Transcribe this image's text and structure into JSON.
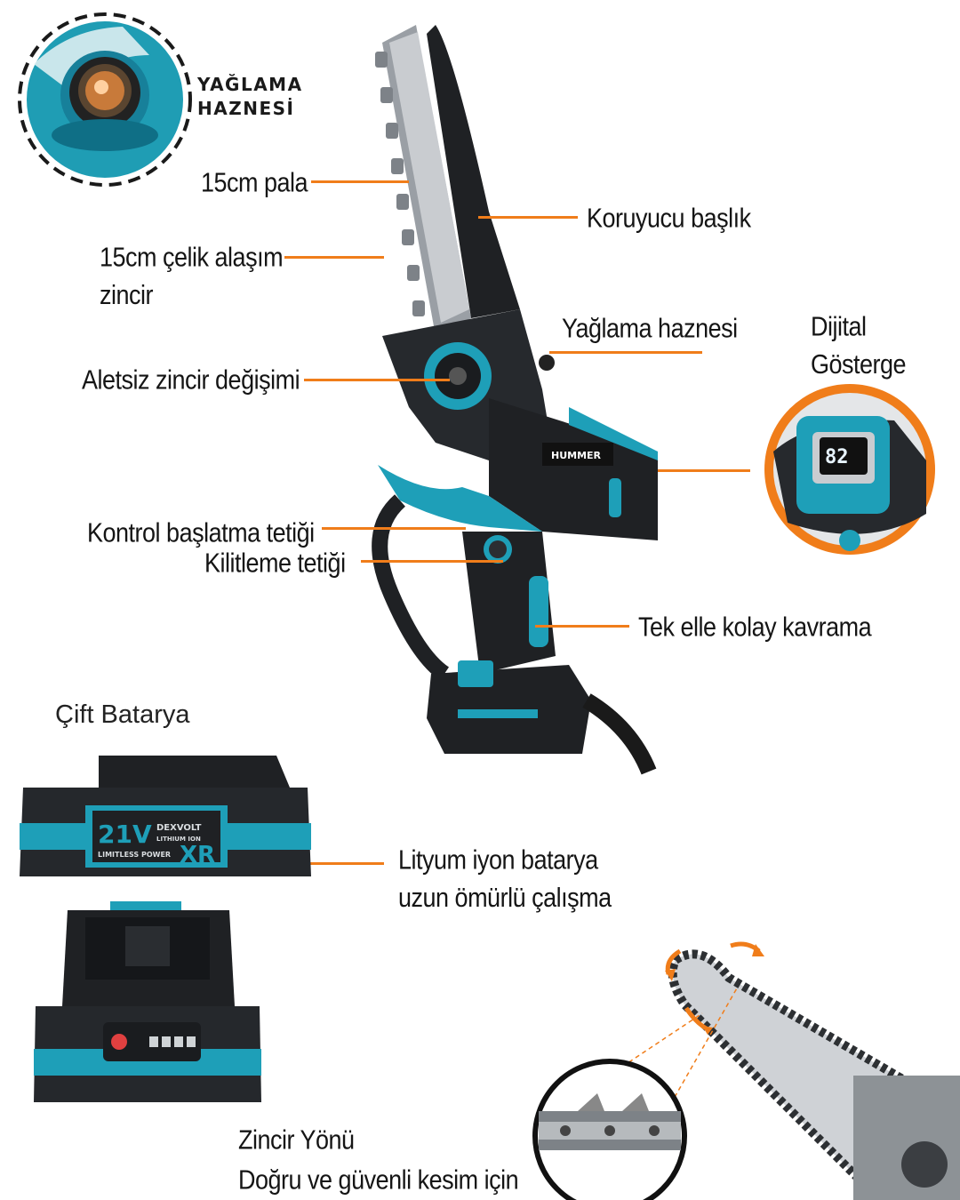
{
  "callouts": {
    "oil_tank_badge": "YAĞLAMA\nHAZNESİ",
    "bar": "15cm pala",
    "guard": "Koruyucu başlık",
    "chain": "15cm çelik alaşım zincir",
    "oil_tank": "Yağlama haznesi",
    "digital_display": "Dijital Gösterge",
    "tool_free": "Aletsiz zincir değişimi",
    "trigger_start": "Kontrol başlatma tetiği",
    "trigger_lock": "Kilitleme tetiği",
    "grip": "Tek elle kolay kavrama",
    "battery_title": "Çift Batarya",
    "battery_desc": "Lityum iyon batarya uzun ömürlü çalışma",
    "chain_direction": "Zincir Yönü\nDoğru ve güvenli kesim için"
  },
  "product_markings": {
    "brand": "HUMMER",
    "battery_voltage": "21V",
    "battery_brand": "DEXVOLT",
    "battery_chem": "LITHIUM ION",
    "battery_slogan": "LIMITLESS POWER",
    "battery_series": "XR",
    "display_reading": "82"
  },
  "colors": {
    "accent_orange": "#f07d1a",
    "tool_teal": "#1e9fb8",
    "tool_black": "#1f2124"
  }
}
